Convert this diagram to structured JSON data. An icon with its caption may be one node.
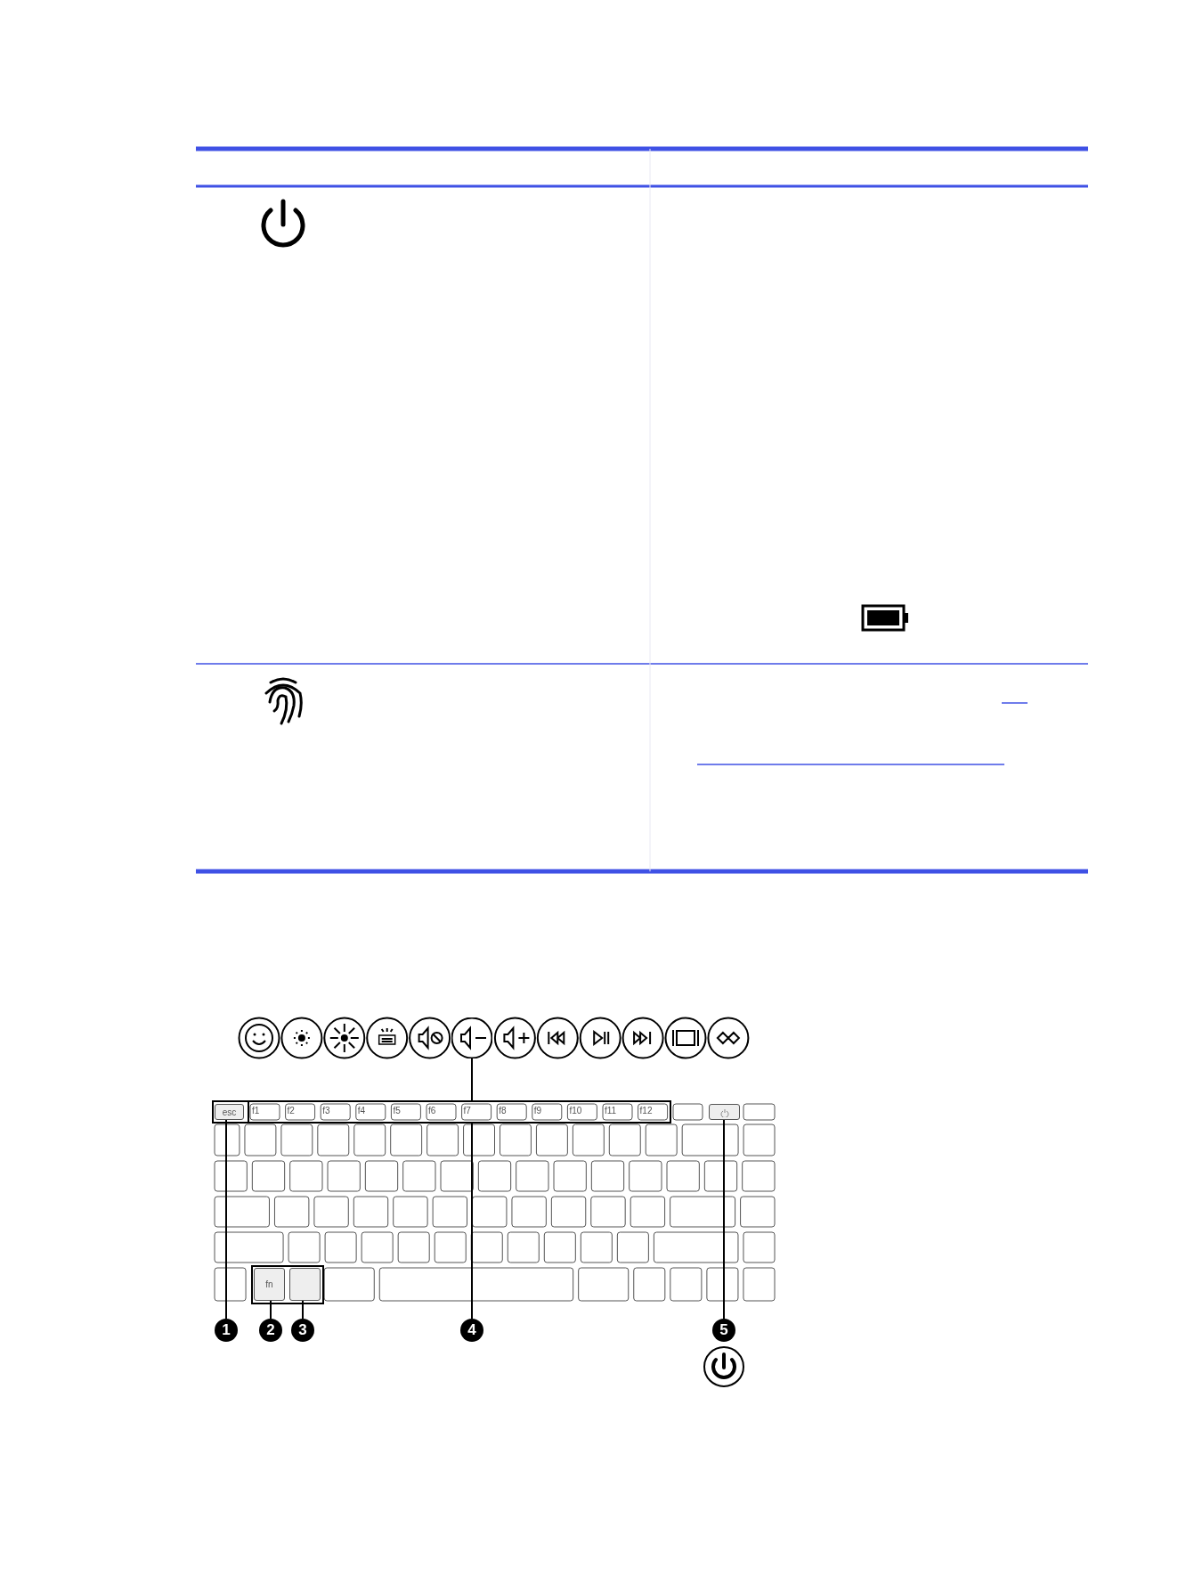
{
  "diagram": {
    "nodes": [
      {
        "text": [
          "1"
        ]
      },
      {
        "text": [
          "2"
        ]
      },
      {
        "text": [
          "3"
        ]
      },
      {
        "text": [
          "4"
        ]
      },
      {
        "text": [
          "5"
        ]
      },
      {
        "text": [
          "esc"
        ]
      },
      {
        "text": [
          "fn"
        ]
      },
      {
        "text": [],
        "shape": "box"
      },
      {
        "text": [],
        "shape": "box"
      },
      {
        "text": [],
        "shape": "box"
      },
      {
        "text": [],
        "shape": "circle"
      }
    ],
    "edges": [
      {
        "from": 0,
        "to": 5,
        "arrow": "none"
      },
      {
        "from": 1,
        "to": 6,
        "arrow": "none"
      },
      {
        "from": 2,
        "to": 7,
        "arrow": "none"
      },
      {
        "from": 3,
        "to": 8,
        "arrow": "none"
      },
      {
        "from": 8,
        "to": 10,
        "arrow": "none"
      },
      {
        "from": 4,
        "to": 9,
        "arrow": "none"
      }
    ],
    "labels": [
      "f1",
      "f2",
      "f3",
      "f4",
      "f5",
      "f6",
      "f7",
      "f8",
      "f9",
      "f10",
      "f11",
      "f12"
    ]
  }
}
